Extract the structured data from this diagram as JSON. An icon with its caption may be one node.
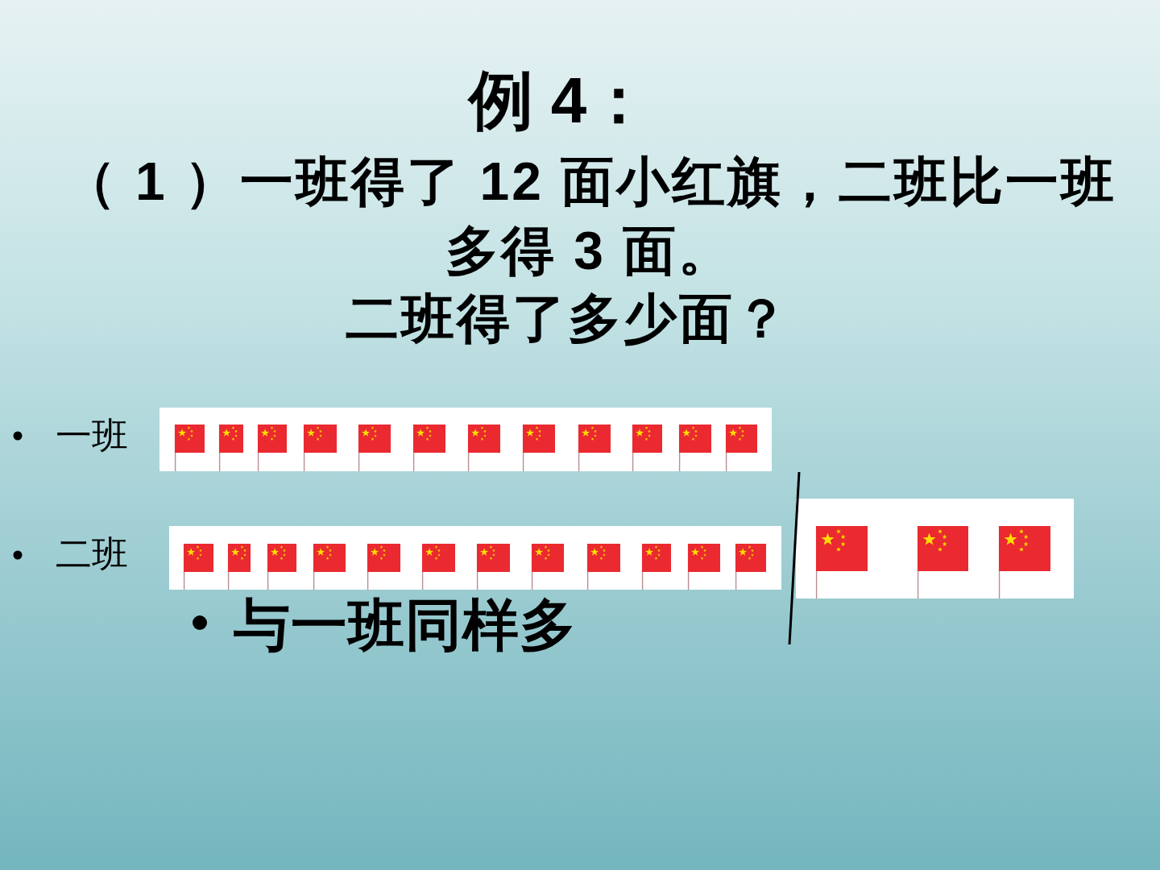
{
  "diagram": {
    "title": "例 4：",
    "labels": [
      "（ 1 ）一班得了 12 面小红旗，二班比一班多得 3 面。",
      "二班得了多少面？",
      "一班",
      "二班",
      "与一班同样多"
    ]
  }
}
